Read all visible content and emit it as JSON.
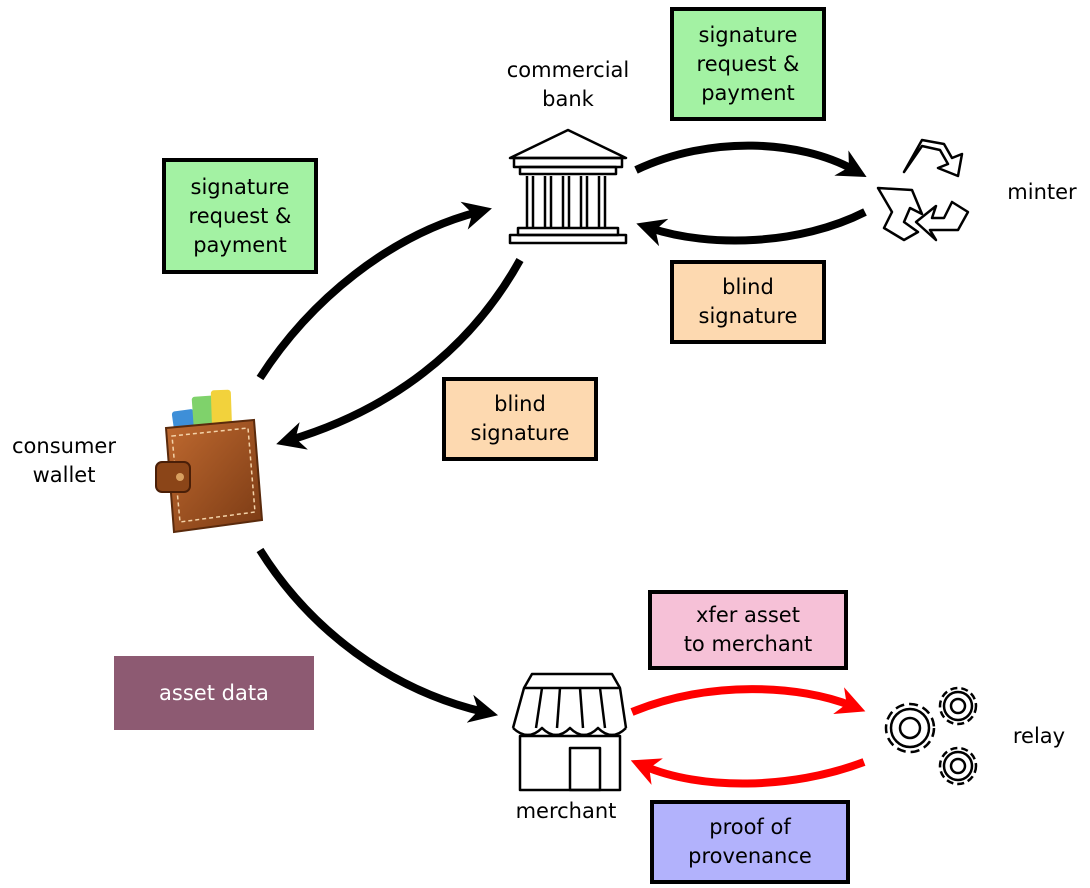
{
  "nodes": {
    "commercial_bank": "commercial\nbank",
    "minter": "minter",
    "consumer_wallet": "consumer\nwallet",
    "merchant": "merchant",
    "relay": "relay"
  },
  "messages": {
    "bank_to_minter": "signature\nrequest &\npayment",
    "wallet_to_bank": "signature\nrequest &\npayment",
    "minter_to_bank": "blind\nsignature",
    "bank_to_wallet": "blind\nsignature",
    "merchant_to_relay": "xfer asset\nto merchant",
    "relay_to_merchant": "proof of\nprovenance",
    "asset_data": "asset data"
  },
  "colors": {
    "request": "#a3f2a3",
    "blind_signature": "#fdd9b0",
    "xfer": "#f6c1d7",
    "proof": "#b2b2fc",
    "asset_data": "#8d5a72",
    "arrow_black": "#000000",
    "arrow_red": "#ff0000"
  },
  "icons": {
    "bank": "bank-building-icon",
    "minter": "recycle-icon",
    "wallet": "wallet-icon",
    "merchant": "storefront-icon",
    "relay": "gears-icon"
  }
}
